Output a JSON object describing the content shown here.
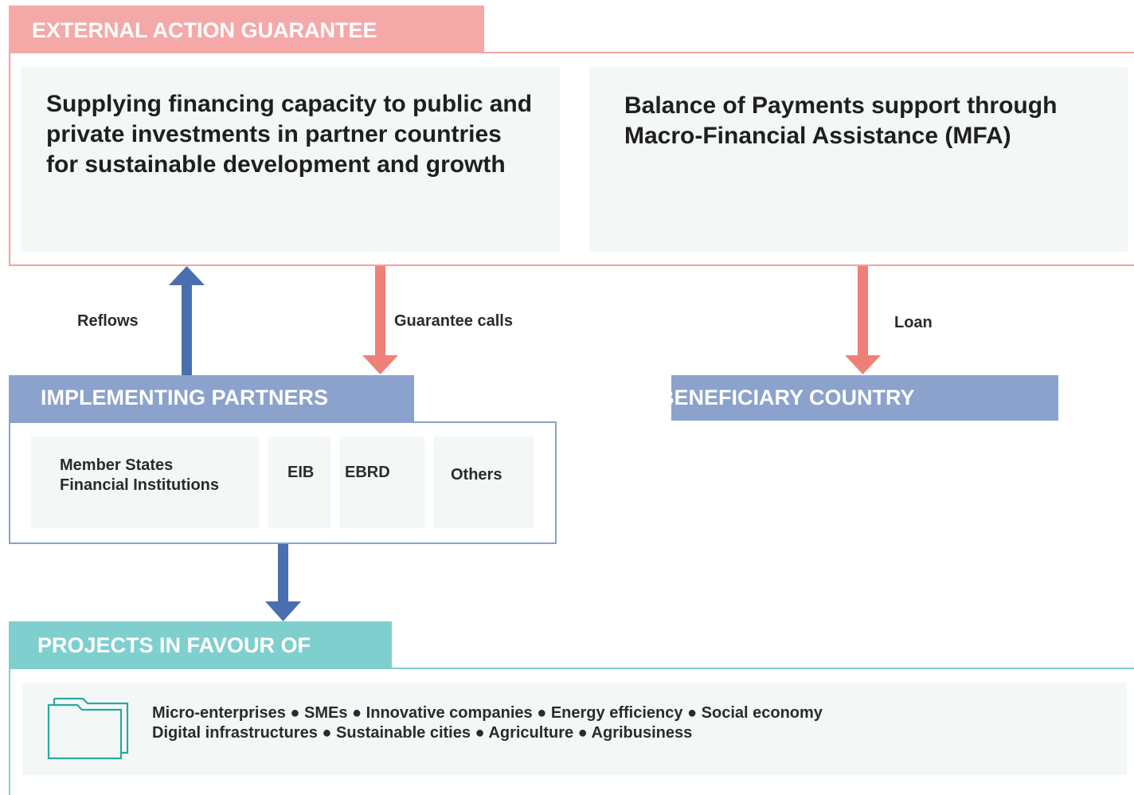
{
  "external_action": {
    "header": "EXTERNAL ACTION GUARANTEE",
    "left_text": "Supplying financing capacity to public and private investments in partner countries for sustainable development and growth",
    "right_text": "Balance of Payments support through Macro-Financial Assistance (MFA)",
    "color": "#f4a9a8",
    "border_color": "#f2a3a1"
  },
  "flows": {
    "reflows": "Reflows",
    "guarantee_calls": "Guarantee calls",
    "loan": "Loan",
    "blue_arrow_color": "#4a6fb0",
    "red_arrow_color": "#ef8079"
  },
  "implementing_partners": {
    "header": "IMPLEMENTING PARTNERS",
    "color": "#8aa2cc",
    "partners": [
      {
        "line1": "Member States",
        "line2": "Financial Institutions"
      },
      {
        "line1": "EIB"
      },
      {
        "line1": "EBRD"
      },
      {
        "line1": "Others"
      }
    ]
  },
  "beneficiary": {
    "header": "BENEFICIARY COUNTRY",
    "color": "#8aa2cc"
  },
  "projects": {
    "header": "PROJECTS IN FAVOUR OF",
    "color": "#7fcfcf",
    "icon": "folder-icon",
    "line1": "Micro-enterprises ● SMEs ● Innovative companies ● Energy efficiency ● Social economy",
    "line2": "Digital infrastructures ● Sustainable cities ● Agriculture ● Agribusiness"
  }
}
